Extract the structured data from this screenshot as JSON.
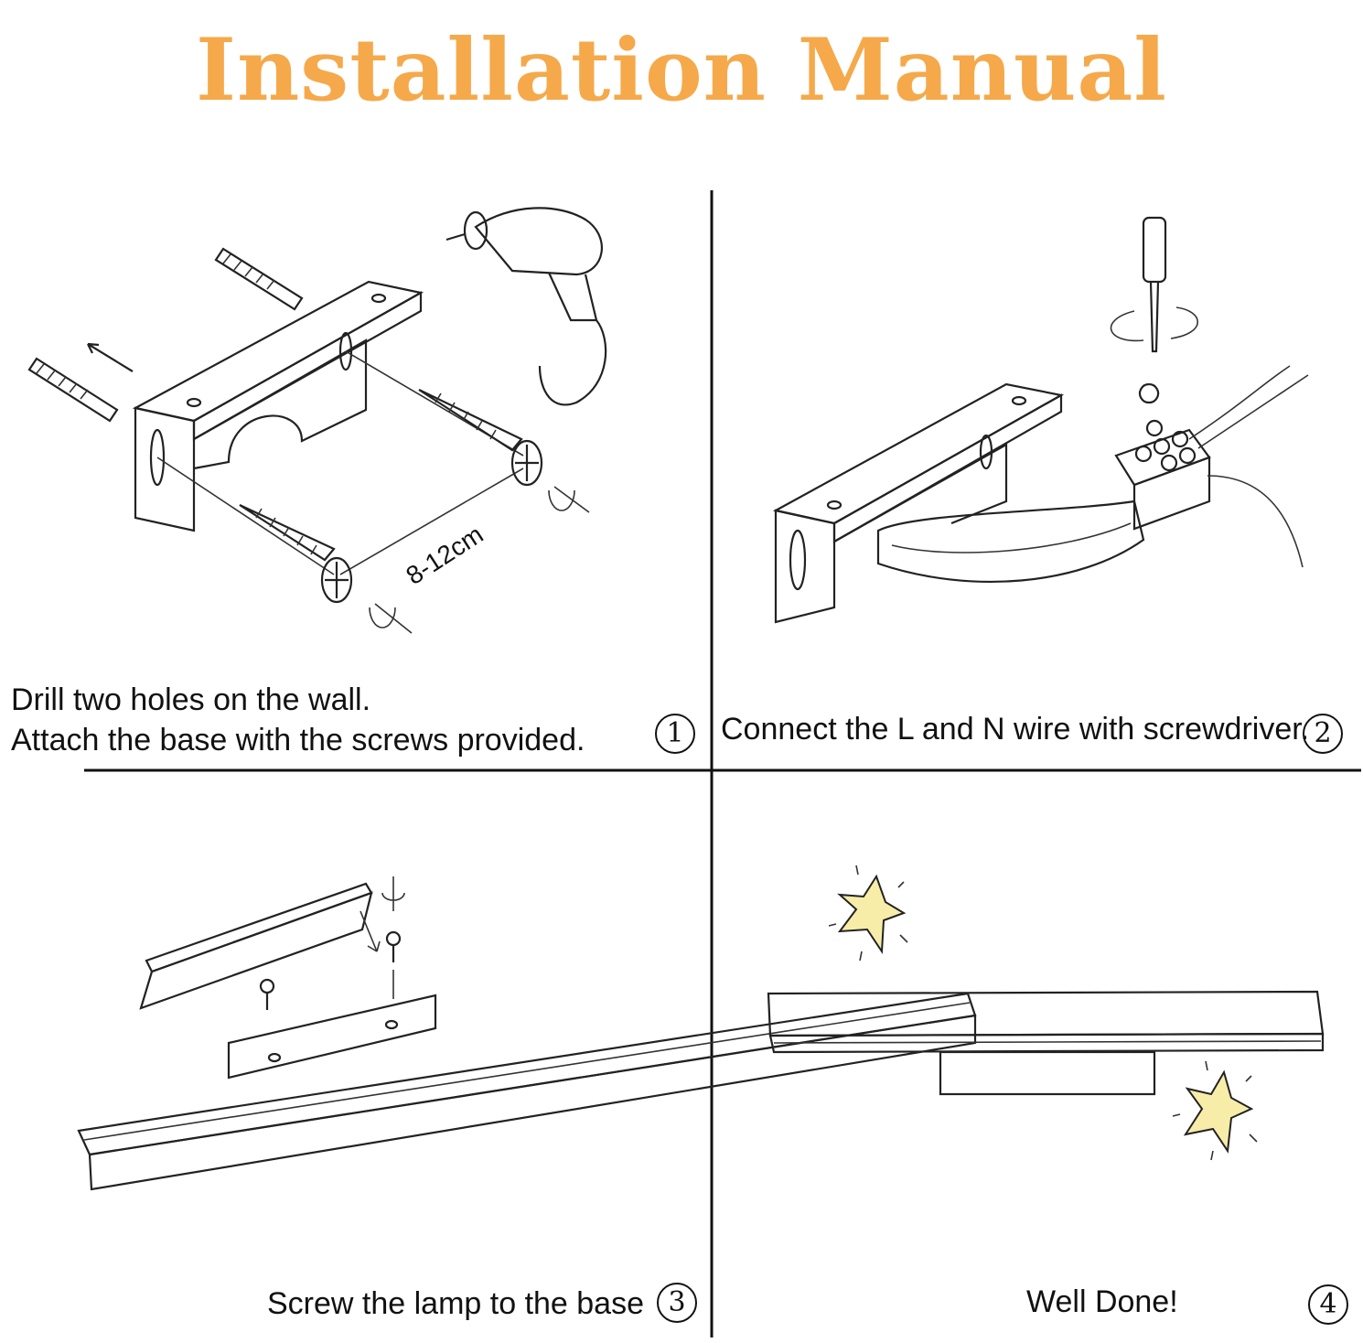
{
  "title": "Installation Manual",
  "colors": {
    "title": "#F5A94A",
    "star": "#F7EDA8",
    "line": "#111111"
  },
  "steps": [
    {
      "lines": [
        "Drill two holes on the wall.",
        "Attach the base with the screws provided."
      ],
      "number": "1",
      "measure": "8-12cm"
    },
    {
      "lines": [
        "Connect the L and N wire with screwdriver."
      ],
      "number": "2"
    },
    {
      "lines": [
        "Screw the lamp to the base"
      ],
      "number": "3"
    },
    {
      "lines": [
        "Well Done!"
      ],
      "number": "4"
    }
  ]
}
